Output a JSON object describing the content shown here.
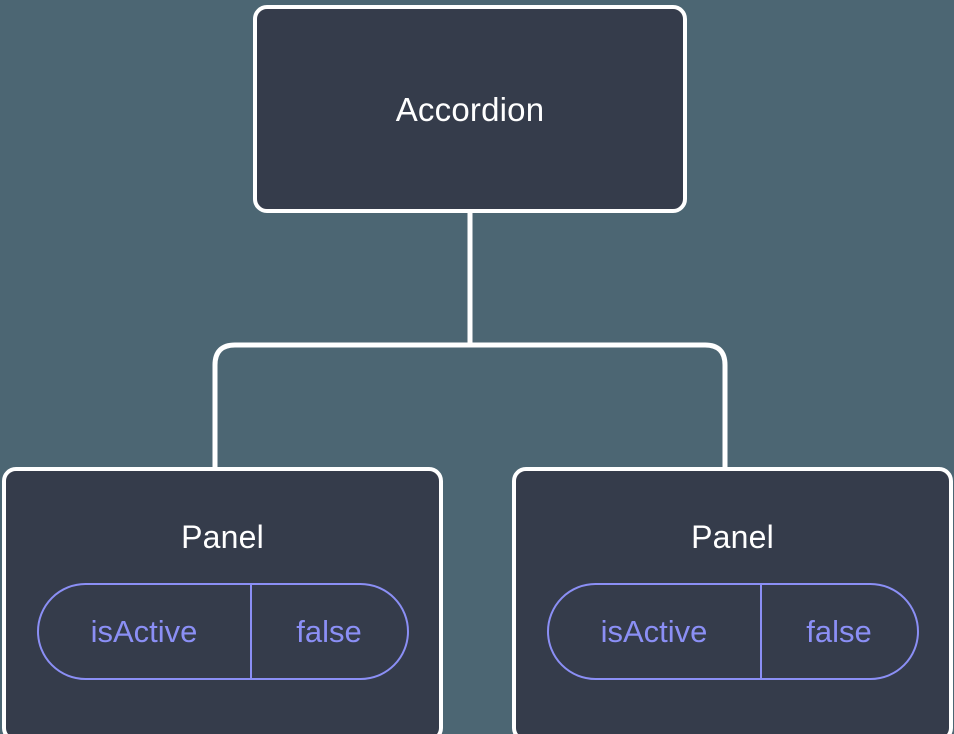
{
  "diagram": {
    "type": "component-tree",
    "background_color": "#4c6673",
    "node_fill_color": "#353c4b",
    "node_border_color": "#ffffff",
    "node_text_color": "#ffffff",
    "pill_color": "#8b8ff5",
    "edge_color": "#ffffff",
    "root": {
      "label": "Accordion"
    },
    "children": [
      {
        "label": "Panel",
        "state": {
          "key": "isActive",
          "value": "false"
        }
      },
      {
        "label": "Panel",
        "state": {
          "key": "isActive",
          "value": "false"
        }
      }
    ]
  }
}
